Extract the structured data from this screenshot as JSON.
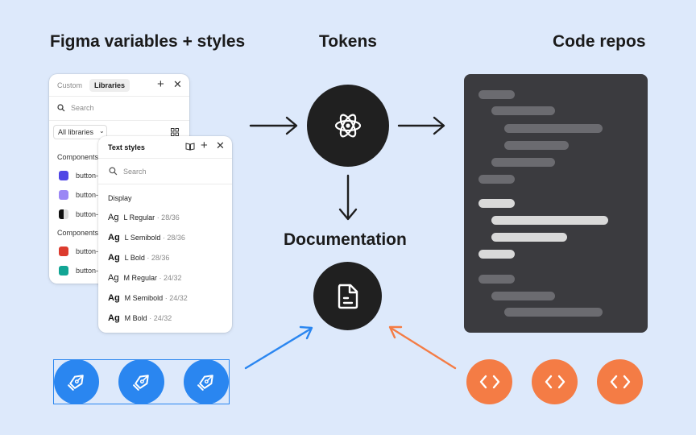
{
  "headings": {
    "figma": "Figma variables + styles",
    "tokens": "Tokens",
    "code": "Code repos",
    "documentation": "Documentation"
  },
  "libraries_panel": {
    "tab_custom": "Custom",
    "tab_libraries": "Libraries",
    "search_placeholder": "Search",
    "filter_label": "All libraries",
    "section_1": "Components",
    "section_2": "Components",
    "items": [
      {
        "label": "button-",
        "color": "#4f46e5"
      },
      {
        "label": "button-",
        "color": "#9b87f5"
      },
      {
        "label": "button-",
        "color": "#111111"
      },
      {
        "label": "button-",
        "color": "#dc3b2e"
      },
      {
        "label": "button-",
        "color": "#12a594"
      }
    ]
  },
  "text_styles_panel": {
    "title": "Text styles",
    "search_placeholder": "Search",
    "group": "Display",
    "sample_glyph": "Ag",
    "styles": [
      {
        "name": "L Regular",
        "meta": "· 28/36",
        "weight": "400"
      },
      {
        "name": "L Semibold",
        "meta": "· 28/36",
        "weight": "600"
      },
      {
        "name": "L Bold",
        "meta": "· 28/36",
        "weight": "700"
      },
      {
        "name": "M Regular",
        "meta": "· 24/32",
        "weight": "400"
      },
      {
        "name": "M Semibold",
        "meta": "· 24/32",
        "weight": "600"
      },
      {
        "name": "M Bold",
        "meta": "· 24/32",
        "weight": "700"
      }
    ]
  },
  "icons": {
    "tokens_icon": "atom-icon",
    "documentation_icon": "document-icon",
    "pen_icon": "pen-tool-icon",
    "code_icon": "code-brackets-icon"
  },
  "colors": {
    "background": "#dde9fb",
    "dark_circle": "#202020",
    "blue": "#2a86f0",
    "orange": "#f47c45",
    "code_bg": "#3b3b3f",
    "code_bar": "#6b6b70",
    "code_bar_light": "#d9d9d9"
  }
}
